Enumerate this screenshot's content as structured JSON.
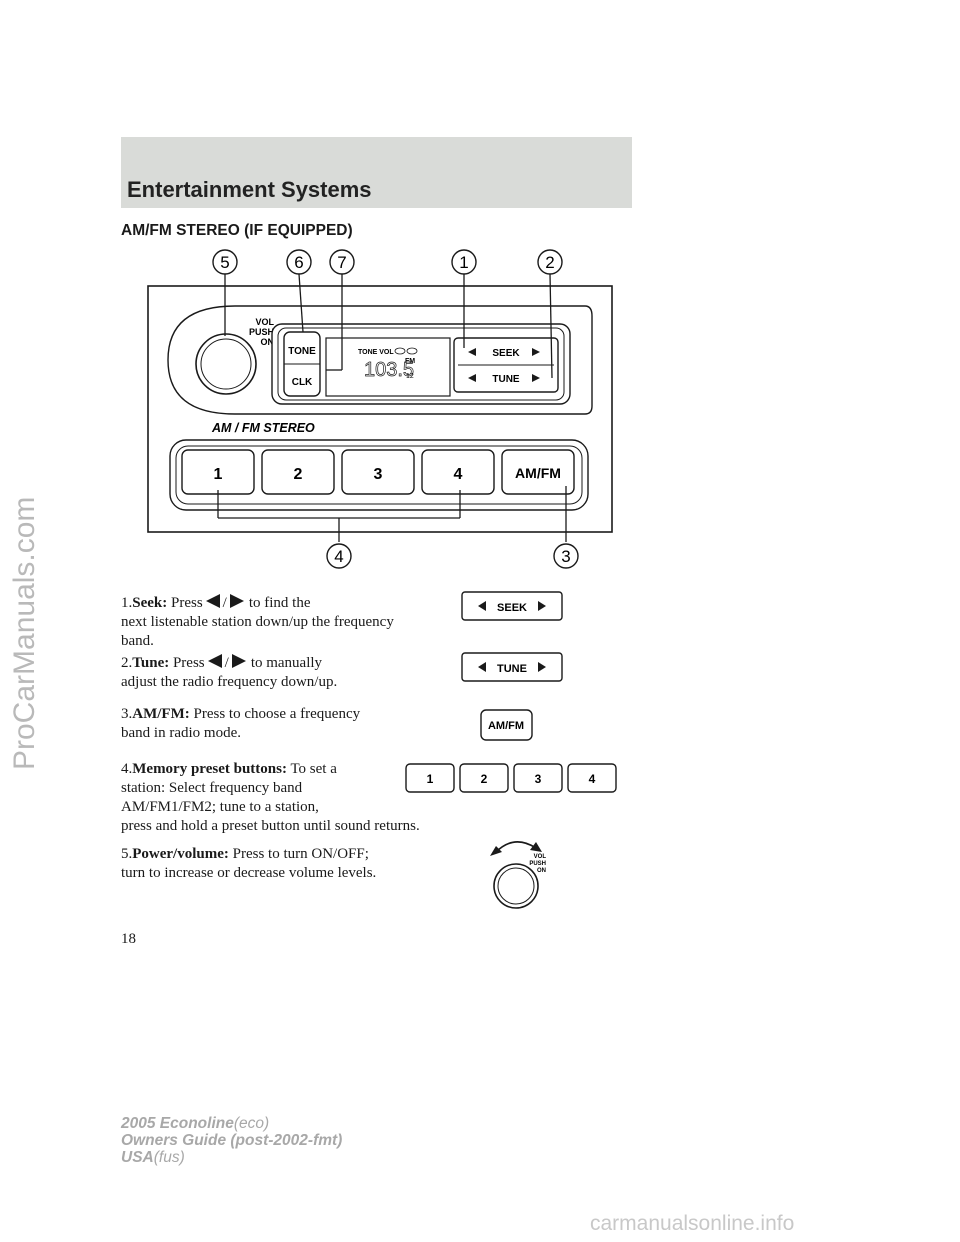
{
  "header": {
    "title": "Entertainment Systems"
  },
  "section": {
    "title": "AM/FM STEREO (IF EQUIPPED)"
  },
  "diagram": {
    "callouts": [
      "5",
      "6",
      "7",
      "1",
      "2",
      "4",
      "3"
    ],
    "knob_label": [
      "VOL",
      "PUSH",
      "ON"
    ],
    "tone_button": "TONE",
    "clk_button": "CLK",
    "display_top": "TONE VOL",
    "display_freq": "103.5",
    "display_band": "FM",
    "display_preset": "12",
    "display_st": "ST",
    "seek_label": "SEEK",
    "tune_label": "TUNE",
    "model_label": "AM / FM STEREO",
    "presets": [
      "1",
      "2",
      "3",
      "4"
    ],
    "amfm_button": "AM/FM"
  },
  "items": [
    {
      "num": "1.",
      "title": "Seek:",
      "pre": "Press",
      "post": "to find the",
      "rest": "next listenable station down/up the frequency band."
    },
    {
      "num": "2.",
      "title": "Tune:",
      "pre": "Press",
      "post": "to manually",
      "rest": "adjust the radio frequency down/up."
    },
    {
      "num": "3.",
      "title": "AM/FM:",
      "text": "Press to choose a frequency band in radio mode."
    },
    {
      "num": "4.",
      "title": "Memory preset buttons:",
      "text1": "To set a station: Select frequency band AM/FM1/FM2; tune to a station,",
      "text2": "press and hold a preset button until sound returns."
    },
    {
      "num": "5.",
      "title": "Power/volume:",
      "text": "Press to turn ON/OFF; turn to increase or decrease volume levels."
    }
  ],
  "icons": {
    "seek_label": "SEEK",
    "tune_label": "TUNE",
    "amfm_label": "AM/FM",
    "preset_labels": [
      "1",
      "2",
      "3",
      "4"
    ],
    "knob_label": [
      "VOL",
      "PUSH",
      "ON"
    ]
  },
  "page_number": "18",
  "footer": {
    "line1_bold": "2005 Econoline",
    "line1_light": "(eco)",
    "line2": "Owners Guide (post-2002-fmt)",
    "line3_bold": "USA",
    "line3_light": "(fus)"
  },
  "watermarks": {
    "side": "ProCarManuals.com",
    "bottom": "carmanualsonline.info"
  }
}
